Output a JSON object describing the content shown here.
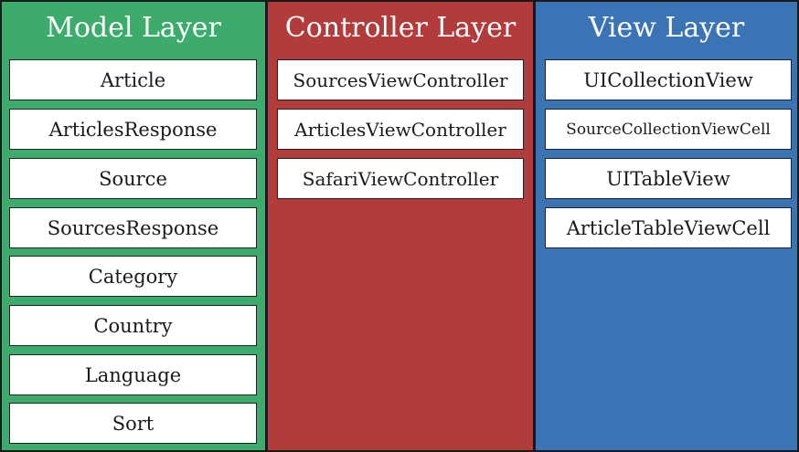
{
  "model": {
    "title": "Model Layer",
    "color": "#3cab6b",
    "items": [
      "Article",
      "ArticlesResponse",
      "Source",
      "SourcesResponse",
      "Category",
      "Country",
      "Language",
      "Sort"
    ]
  },
  "controller": {
    "title": "Controller Layer",
    "color": "#b23b3b",
    "items": [
      "SourcesViewController",
      "ArticlesViewController",
      "SafariViewController"
    ]
  },
  "view": {
    "title": "View Layer",
    "color": "#3b74b5",
    "items": [
      "UICollectionView",
      "SourceCollectionViewCell",
      "UITableView",
      "ArticleTableViewCell"
    ]
  }
}
